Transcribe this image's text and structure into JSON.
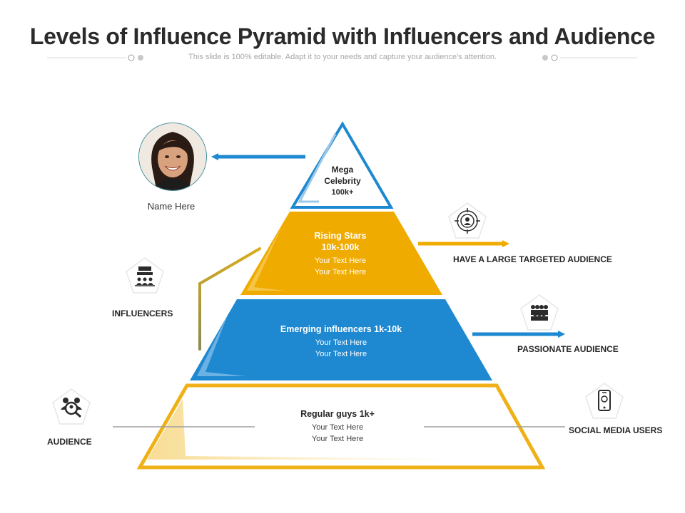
{
  "slide": {
    "title": "Levels of Influence Pyramid with Influencers and Audience",
    "subtitle": "This slide is 100% editable. Adapt it to your needs and capture your audience's attention."
  },
  "pyramid": {
    "mega": {
      "line1": "Mega",
      "line2": "Celebrity",
      "line3": "100k+"
    },
    "rising": {
      "title1": "Rising Stars",
      "title2": "10k-100k",
      "text1": "Your Text  Here",
      "text2": "Your Text Here"
    },
    "emerging": {
      "title": "Emerging influencers 1k-10k",
      "text1": "Your Text  Here",
      "text2": "Your Text Here"
    },
    "regular": {
      "title": "Regular guys 1k+",
      "text1": "Your Text  Here",
      "text2": "Your Text  Here"
    }
  },
  "left": {
    "person_name": "Name Here",
    "influencers": "INFLUENCERS",
    "audience": "AUDIENCE"
  },
  "right": {
    "targeted": "HAVE A LARGE TARGETED AUDIENCE",
    "passionate": "PASSIONATE AUDIENCE",
    "social": "SOCIAL MEDIA USERS"
  },
  "colors": {
    "blue": "#1e88d0",
    "gold": "#f0ab00",
    "gold_outline": "#efb117",
    "olive": "#b9a437",
    "gray_line": "#9e9e9e"
  },
  "icons": {
    "targeted": "target-people-icon",
    "passionate": "crowd-icon",
    "social": "smartphone-icon",
    "influencers": "stage-speaker-icon",
    "audience": "search-people-icon"
  }
}
